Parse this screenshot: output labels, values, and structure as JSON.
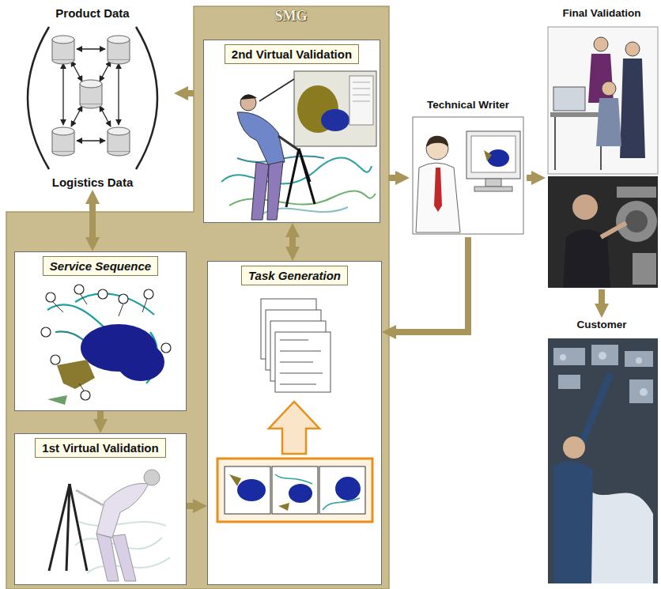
{
  "diagram": {
    "nodes": [
      {
        "text": [
          "Product Data",
          "Logistics Data"
        ]
      },
      {
        "text": [
          "SMG"
        ]
      },
      {
        "text": [
          "2nd Virtual Validation"
        ],
        "in": 1
      },
      {
        "text": [
          "Service Sequence"
        ]
      },
      {
        "text": [
          "1st Virtual Validation"
        ]
      },
      {
        "text": [
          "Task Generation"
        ]
      },
      {
        "text": [
          "Technical Writer"
        ]
      },
      {
        "text": [
          "Final Validation"
        ]
      },
      {
        "text": [
          "Customer"
        ]
      }
    ],
    "edges": [
      {
        "from": 1,
        "to": 0,
        "arrow": "to"
      },
      {
        "from": 0,
        "to": 3,
        "arrow": "both"
      },
      {
        "from": 3,
        "to": 4,
        "arrow": "to"
      },
      {
        "from": 4,
        "to": 5,
        "arrow": "to"
      },
      {
        "from": 5,
        "to": 2,
        "arrow": "both"
      },
      {
        "from": 1,
        "to": 6,
        "arrow": "to"
      },
      {
        "from": 6,
        "to": 5,
        "arrow": "to"
      },
      {
        "from": 6,
        "to": 7,
        "arrow": "to"
      },
      {
        "from": 7,
        "to": 8,
        "arrow": "to"
      }
    ]
  }
}
